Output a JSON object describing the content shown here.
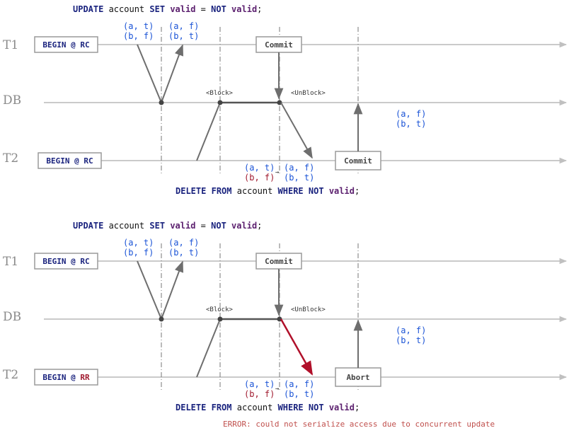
{
  "colors": {
    "keyword": "#1a237e",
    "column": "#5b1f6e",
    "plain": "#111111",
    "true_value": "#1a53d6",
    "false_value": "#a01a2e",
    "conflict_arrow": "#b0102a",
    "timeline": "#b8b8b8",
    "arrow": "#6e6e6e",
    "error_text": "#c0504d"
  },
  "panels": [
    {
      "update_sql": [
        {
          "text": "UPDATE",
          "kind": "kw"
        },
        {
          "text": " account ",
          "kind": "plain"
        },
        {
          "text": "SET",
          "kind": "kw"
        },
        {
          "text": " ",
          "kind": "plain"
        },
        {
          "text": "valid",
          "kind": "col"
        },
        {
          "text": " = ",
          "kind": "plain"
        },
        {
          "text": "NOT",
          "kind": "kw"
        },
        {
          "text": " ",
          "kind": "plain"
        },
        {
          "text": "valid",
          "kind": "col"
        },
        {
          "text": ";",
          "kind": "plain"
        }
      ],
      "lanes": {
        "t1": "T1",
        "db": "DB",
        "t2": "T2"
      },
      "t1_begin": [
        {
          "text": "BEGIN",
          "kind": "kw"
        },
        {
          "text": " @ ",
          "kind": "kw"
        },
        {
          "text": "RC",
          "kind": "kw"
        }
      ],
      "t2_begin": [
        {
          "text": "BEGIN",
          "kind": "kw"
        },
        {
          "text": " @ ",
          "kind": "kw"
        },
        {
          "text": "RC",
          "kind": "kw"
        }
      ],
      "t1_end": "Commit",
      "t2_end": "Commit",
      "block_label": "<Block>",
      "unblock_label": "<UnBlock>",
      "t1_before": [
        "(a, t)",
        "(b, f)"
      ],
      "t1_after": [
        "(a, f)",
        "(b, t)"
      ],
      "db_after": [
        "(a, f)",
        "(b, t)"
      ],
      "t2_before": [
        {
          "text": "(a, t)",
          "color": "#1a53d6"
        },
        {
          "text": "(b, f)",
          "color": "#a01a2e"
        }
      ],
      "t2_after": [
        "(a, f)",
        "(b, t)"
      ],
      "delete_sql": [
        {
          "text": "DELETE",
          "kind": "kw"
        },
        {
          "text": " ",
          "kind": "plain"
        },
        {
          "text": "FROM",
          "kind": "kw"
        },
        {
          "text": " account ",
          "kind": "plain"
        },
        {
          "text": "WHERE",
          "kind": "kw"
        },
        {
          "text": " ",
          "kind": "plain"
        },
        {
          "text": "NOT",
          "kind": "kw"
        },
        {
          "text": " ",
          "kind": "plain"
        },
        {
          "text": "valid",
          "kind": "col"
        },
        {
          "text": ";",
          "kind": "plain"
        }
      ],
      "conflict": false,
      "error": ""
    },
    {
      "update_sql": [
        {
          "text": "UPDATE",
          "kind": "kw"
        },
        {
          "text": " account ",
          "kind": "plain"
        },
        {
          "text": "SET",
          "kind": "kw"
        },
        {
          "text": " ",
          "kind": "plain"
        },
        {
          "text": "valid",
          "kind": "col"
        },
        {
          "text": " = ",
          "kind": "plain"
        },
        {
          "text": "NOT",
          "kind": "kw"
        },
        {
          "text": " ",
          "kind": "plain"
        },
        {
          "text": "valid",
          "kind": "col"
        },
        {
          "text": ";",
          "kind": "plain"
        }
      ],
      "lanes": {
        "t1": "T1",
        "db": "DB",
        "t2": "T2"
      },
      "t1_begin": [
        {
          "text": "BEGIN",
          "kind": "kw"
        },
        {
          "text": " @ ",
          "kind": "kw"
        },
        {
          "text": "RC",
          "kind": "kw"
        }
      ],
      "t2_begin": [
        {
          "text": "BEGIN",
          "kind": "kw"
        },
        {
          "text": " @ ",
          "kind": "kw"
        },
        {
          "text": "RR",
          "kind": "red"
        }
      ],
      "t1_end": "Commit",
      "t2_end": "Abort",
      "block_label": "<Block>",
      "unblock_label": "<UnBlock>",
      "t1_before": [
        "(a, t)",
        "(b, f)"
      ],
      "t1_after": [
        "(a, f)",
        "(b, t)"
      ],
      "db_after": [
        "(a, f)",
        "(b, t)"
      ],
      "t2_before": [
        {
          "text": "(a, t)",
          "color": "#1a53d6"
        },
        {
          "text": "(b, f)",
          "color": "#a01a2e"
        }
      ],
      "t2_after": [
        "(a, f)",
        "(b, t)"
      ],
      "delete_sql": [
        {
          "text": "DELETE",
          "kind": "kw"
        },
        {
          "text": " ",
          "kind": "plain"
        },
        {
          "text": "FROM",
          "kind": "kw"
        },
        {
          "text": " account ",
          "kind": "plain"
        },
        {
          "text": "WHERE",
          "kind": "kw"
        },
        {
          "text": " ",
          "kind": "plain"
        },
        {
          "text": "NOT",
          "kind": "kw"
        },
        {
          "text": " ",
          "kind": "plain"
        },
        {
          "text": "valid",
          "kind": "col"
        },
        {
          "text": ";",
          "kind": "plain"
        }
      ],
      "conflict": true,
      "error": "ERROR:  could not serialize access due to concurrent update"
    }
  ]
}
